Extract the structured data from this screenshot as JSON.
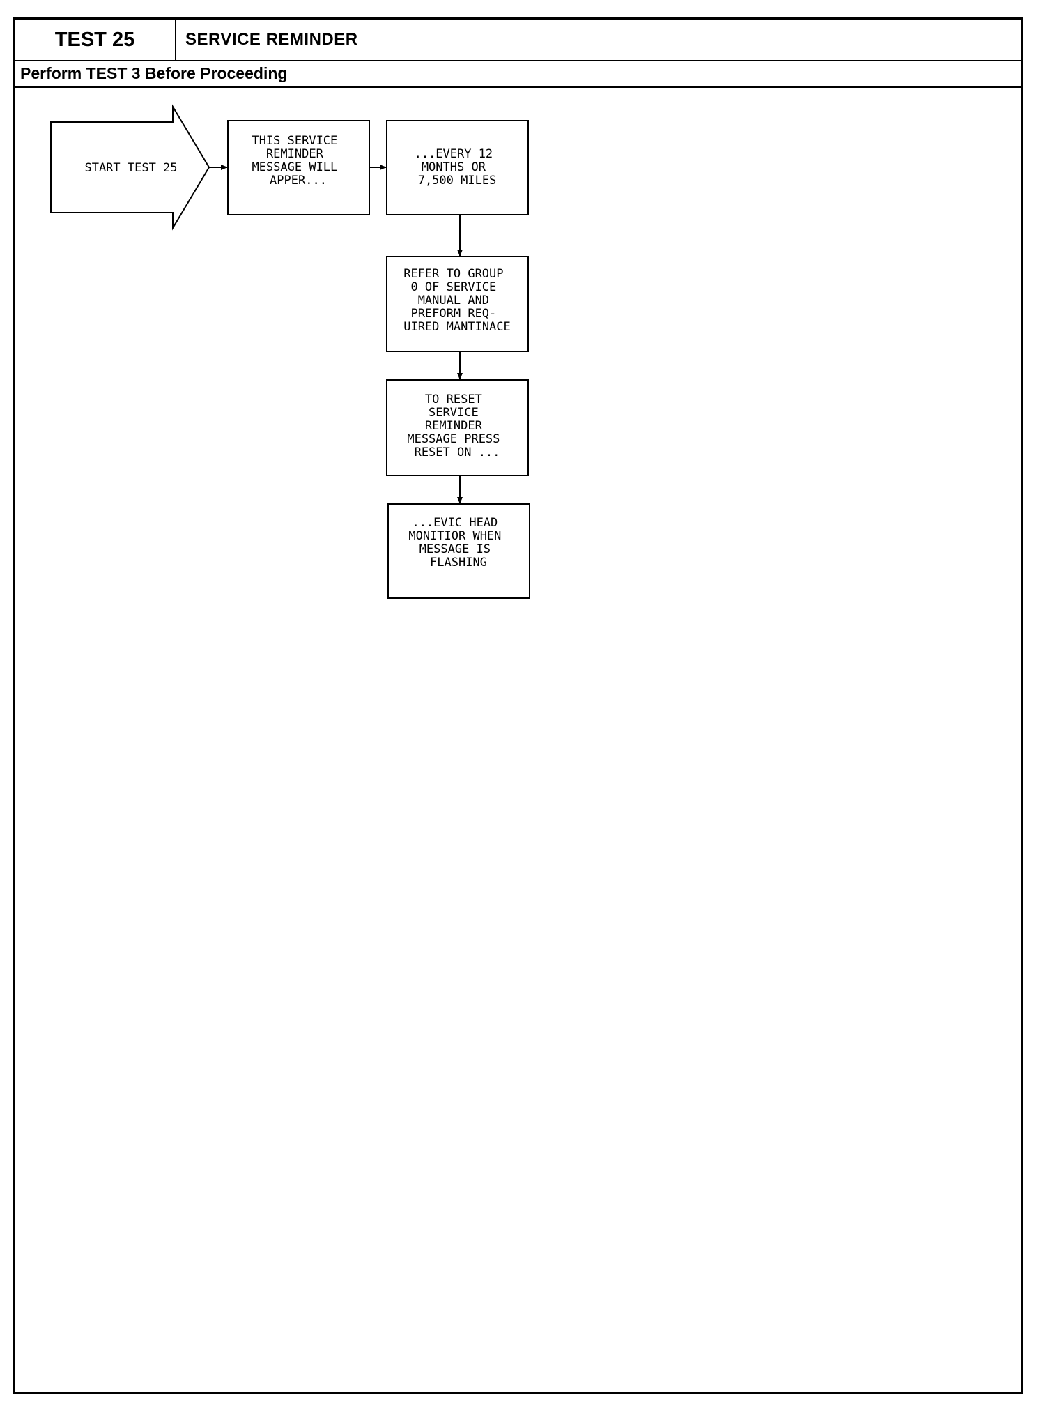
{
  "header": {
    "test_number": "TEST 25",
    "title": "SERVICE REMINDER"
  },
  "subheader": {
    "instruction": "Perform TEST 3 Before Proceeding"
  },
  "flowchart": {
    "start": {
      "lines": [
        "START TEST 25"
      ]
    },
    "steps": [
      {
        "lines": [
          "THIS SERVICE",
          "REMINDER",
          "MESSAGE WILL",
          "APPER..."
        ]
      },
      {
        "lines": [
          "...EVERY 12",
          "MONTHS OR",
          "7,500 MILES"
        ]
      },
      {
        "lines": [
          "REFER TO GROUP",
          "0 OF SERVICE",
          "MANUAL AND",
          "PREFORM REQ-",
          "UIRED MANTINACE"
        ]
      },
      {
        "lines": [
          "TO RESET",
          "SERVICE",
          "REMINDER",
          "MESSAGE PRESS",
          "RESET ON ..."
        ]
      },
      {
        "lines": [
          "...EVIC HEAD",
          "MONITIOR WHEN",
          "MESSAGE IS",
          "FLASHING"
        ]
      }
    ]
  }
}
